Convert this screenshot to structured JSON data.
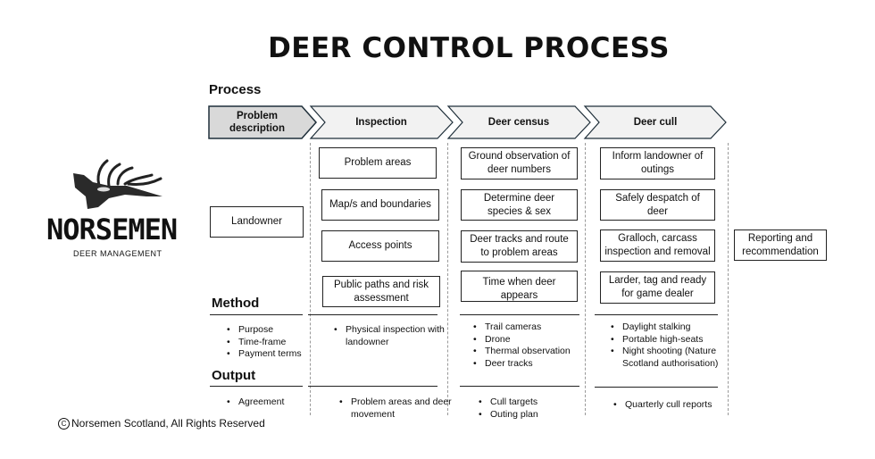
{
  "title": "DEER CONTROL PROCESS",
  "process_label": "Process",
  "method_label": "Method",
  "output_label": "Output",
  "stages": [
    "Problem description",
    "Inspection",
    "Deer census",
    "Deer cull"
  ],
  "landowner": "Landowner",
  "inspection_steps": [
    "Problem areas",
    "Map/s and boundaries",
    "Access points",
    "Public paths and risk assessment"
  ],
  "census_steps": [
    "Ground observation of deer numbers",
    "Determine deer species & sex",
    "Deer tracks and route to problem areas",
    "Time when deer appears"
  ],
  "cull_steps": [
    "Inform landowner of outings",
    "Safely despatch of deer",
    "Gralloch, carcass inspection and removal",
    "Larder, tag and ready for game dealer"
  ],
  "reporting": "Reporting and recommendation",
  "methods": {
    "problem": [
      "Purpose",
      "Time-frame",
      "Payment terms"
    ],
    "inspection": [
      "Physical inspection with landowner"
    ],
    "census": [
      "Trail cameras",
      "Drone",
      "Thermal observation",
      "Deer tracks"
    ],
    "cull": [
      "Daylight stalking",
      "Portable high-seats",
      "Night shooting (Nature Scotland authorisation)"
    ]
  },
  "outputs": {
    "problem": [
      "Agreement"
    ],
    "inspection": [
      "Problem areas and deer movement"
    ],
    "census": [
      "Cull targets",
      "Outing plan"
    ],
    "cull": [
      "Quarterly cull reports"
    ]
  },
  "logo": {
    "name": "NORSEMEN",
    "tagline": "DEER MANAGEMENT"
  },
  "copyright": "Norsemen Scotland, All Rights Reserved",
  "colors": {
    "first_stage": "#d9d9d9",
    "stage": "#f2f2f2",
    "border": "#222222"
  }
}
